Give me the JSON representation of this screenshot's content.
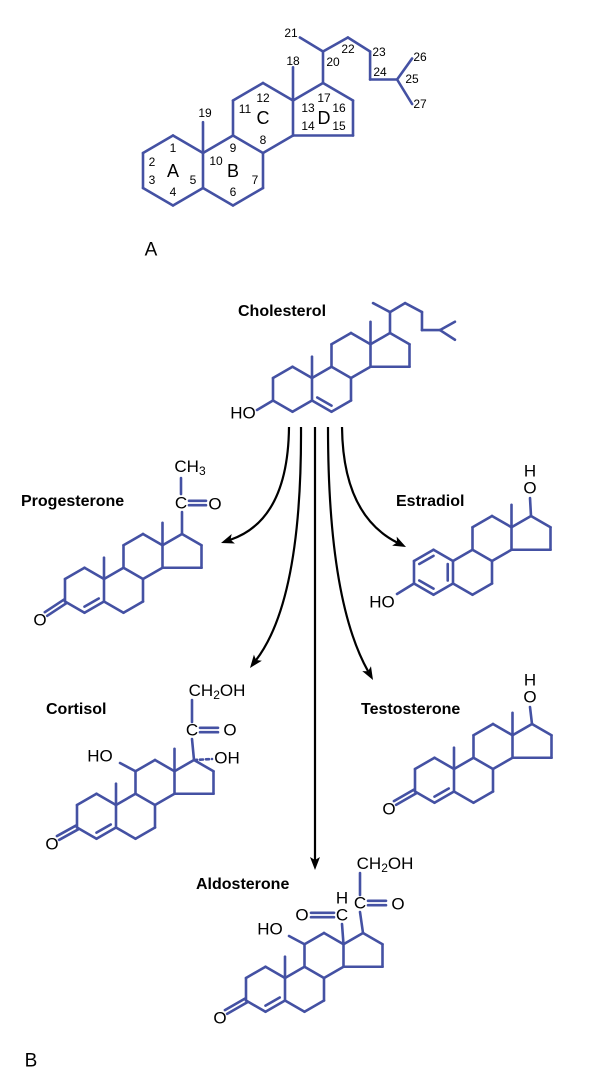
{
  "colors": {
    "bond": "#4451a3",
    "arrow": "#000000",
    "text": "#000000"
  },
  "panel_a": {
    "label": "A",
    "rings": [
      "A",
      "B",
      "C",
      "D"
    ],
    "numbers": [
      "1",
      "2",
      "3",
      "4",
      "5",
      "6",
      "7",
      "8",
      "9",
      "10",
      "11",
      "12",
      "13",
      "14",
      "15",
      "16",
      "17",
      "18",
      "19",
      "20",
      "21",
      "22",
      "23",
      "24",
      "25",
      "26",
      "27"
    ]
  },
  "panel_b": {
    "label": "B",
    "cholesterol": {
      "name": "Cholesterol",
      "ho": "HO"
    },
    "progesterone": {
      "name": "Progesterone",
      "ch": "CH",
      "sub3": "3",
      "c": "C",
      "o_keto": "O",
      "o3": "O"
    },
    "estradiol": {
      "name": "Estradiol",
      "h": "H",
      "o": "O",
      "ho": "HO"
    },
    "cortisol": {
      "name": "Cortisol",
      "ch": "CH",
      "sub2": "2",
      "oh_end": "OH",
      "c": "C",
      "o_keto": "O",
      "oh17": "OH",
      "ho11": "HO",
      "o3": "O"
    },
    "testosterone": {
      "name": "Testosterone",
      "h": "H",
      "o": "O",
      "o3": "O"
    },
    "aldosterone": {
      "name": "Aldosterone",
      "ch": "CH",
      "sub2": "2",
      "oh_end": "OH",
      "h18": "H",
      "c18": "C",
      "o18": "O",
      "c": "C",
      "o_keto": "O",
      "ho11": "HO",
      "o3": "O"
    }
  },
  "arrows": [
    {
      "from": "Cholesterol",
      "to": "Progesterone"
    },
    {
      "from": "Cholesterol",
      "to": "Cortisol"
    },
    {
      "from": "Cholesterol",
      "to": "Aldosterone"
    },
    {
      "from": "Cholesterol",
      "to": "Testosterone"
    },
    {
      "from": "Cholesterol",
      "to": "Estradiol"
    }
  ]
}
